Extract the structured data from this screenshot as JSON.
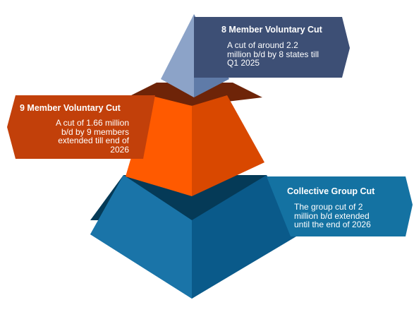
{
  "diagram": {
    "tiers": [
      {
        "title": "8 Member Voluntary Cut",
        "description_lines": [
          "A cut of around 2.2",
          "million b/d by 8 states till",
          "Q1 2025"
        ],
        "color": "#3d4f75"
      },
      {
        "title": "9 Member Voluntary Cut",
        "description_lines": [
          "A cut of 1.66 million",
          "b/d by 9 members",
          "extended till end of",
          "2026"
        ],
        "color": "#c2400a"
      },
      {
        "title": "Collective Group Cut",
        "description_lines": [
          "The group cut of 2",
          "million b/d extended",
          "until the end of  2026"
        ],
        "color": "#1472a2"
      }
    ],
    "colors": {
      "apex_light": "#8ca3c8",
      "apex_dark": "#5f7ba8",
      "middle_front": "#ff5a00",
      "middle_side": "#d94800",
      "middle_top": "#6e2408",
      "base_top": "#053a57",
      "base_front": "#1a74a8",
      "base_side": "#0a4f78"
    }
  }
}
